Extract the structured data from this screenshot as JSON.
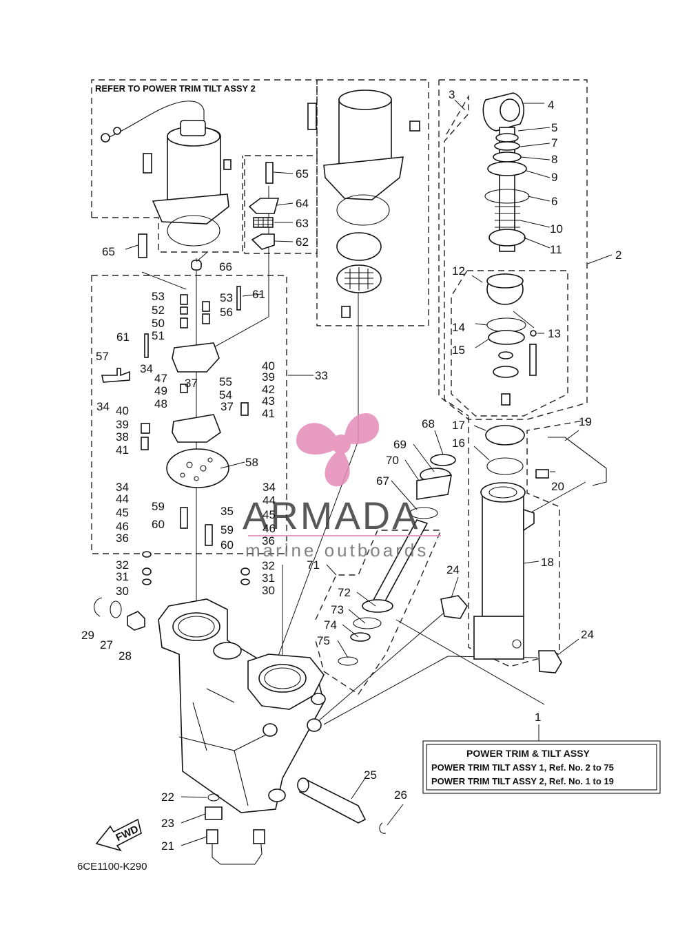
{
  "header_note": "REFER TO POWER TRIM TILT ASSY 2",
  "part_number": "6CE1100-K290",
  "fwd_label": "FWD",
  "watermark": {
    "brand": "ARMADA",
    "sub": "marine outboards",
    "accent_color": "#e58bb8"
  },
  "info_box": {
    "title": "POWER TRIM & TILT ASSY",
    "line1": "POWER TRIM TILT ASSY 1,  Ref. No. 2 to 75",
    "line2": "POWER TRIM TILT ASSY 2,  Ref. No. 1 to 19"
  },
  "callouts": [
    {
      "id": "c1",
      "label": "1"
    },
    {
      "id": "c2",
      "label": "2"
    },
    {
      "id": "c3",
      "label": "3"
    },
    {
      "id": "c4",
      "label": "4"
    },
    {
      "id": "c5",
      "label": "5"
    },
    {
      "id": "c6",
      "label": "6"
    },
    {
      "id": "c7",
      "label": "7"
    },
    {
      "id": "c8",
      "label": "8"
    },
    {
      "id": "c9",
      "label": "9"
    },
    {
      "id": "c10",
      "label": "10"
    },
    {
      "id": "c11",
      "label": "11"
    },
    {
      "id": "c12",
      "label": "12"
    },
    {
      "id": "c13",
      "label": "13"
    },
    {
      "id": "c14",
      "label": "14"
    },
    {
      "id": "c15",
      "label": "15"
    },
    {
      "id": "c16",
      "label": "16"
    },
    {
      "id": "c17",
      "label": "17"
    },
    {
      "id": "c18",
      "label": "18"
    },
    {
      "id": "c19",
      "label": "19"
    },
    {
      "id": "c20",
      "label": "20"
    },
    {
      "id": "c21",
      "label": "21"
    },
    {
      "id": "c22",
      "label": "22"
    },
    {
      "id": "c23",
      "label": "23"
    },
    {
      "id": "c24a",
      "label": "24"
    },
    {
      "id": "c24b",
      "label": "24"
    },
    {
      "id": "c25",
      "label": "25"
    },
    {
      "id": "c26",
      "label": "26"
    },
    {
      "id": "c27",
      "label": "27"
    },
    {
      "id": "c28",
      "label": "28"
    },
    {
      "id": "c29",
      "label": "29"
    },
    {
      "id": "c30a",
      "label": "30"
    },
    {
      "id": "c30b",
      "label": "30"
    },
    {
      "id": "c31a",
      "label": "31"
    },
    {
      "id": "c31b",
      "label": "31"
    },
    {
      "id": "c32a",
      "label": "32"
    },
    {
      "id": "c32b",
      "label": "32"
    },
    {
      "id": "c33",
      "label": "33"
    },
    {
      "id": "c34a",
      "label": "34"
    },
    {
      "id": "c34b",
      "label": "34"
    },
    {
      "id": "c34c",
      "label": "34"
    },
    {
      "id": "c34d",
      "label": "34"
    },
    {
      "id": "c35",
      "label": "35"
    },
    {
      "id": "c36a",
      "label": "36"
    },
    {
      "id": "c36b",
      "label": "36"
    },
    {
      "id": "c37a",
      "label": "37"
    },
    {
      "id": "c37b",
      "label": "37"
    },
    {
      "id": "c38",
      "label": "38"
    },
    {
      "id": "c39a",
      "label": "39"
    },
    {
      "id": "c39b",
      "label": "39"
    },
    {
      "id": "c40a",
      "label": "40"
    },
    {
      "id": "c40b",
      "label": "40"
    },
    {
      "id": "c41a",
      "label": "41"
    },
    {
      "id": "c41b",
      "label": "41"
    },
    {
      "id": "c42",
      "label": "42"
    },
    {
      "id": "c43",
      "label": "43"
    },
    {
      "id": "c44a",
      "label": "44"
    },
    {
      "id": "c44b",
      "label": "44"
    },
    {
      "id": "c45a",
      "label": "45"
    },
    {
      "id": "c45b",
      "label": "45"
    },
    {
      "id": "c46a",
      "label": "46"
    },
    {
      "id": "c46b",
      "label": "46"
    },
    {
      "id": "c47",
      "label": "47"
    },
    {
      "id": "c48",
      "label": "48"
    },
    {
      "id": "c49",
      "label": "49"
    },
    {
      "id": "c50",
      "label": "50"
    },
    {
      "id": "c51",
      "label": "51"
    },
    {
      "id": "c52",
      "label": "52"
    },
    {
      "id": "c53a",
      "label": "53"
    },
    {
      "id": "c53b",
      "label": "53"
    },
    {
      "id": "c54",
      "label": "54"
    },
    {
      "id": "c55",
      "label": "55"
    },
    {
      "id": "c56",
      "label": "56"
    },
    {
      "id": "c57",
      "label": "57"
    },
    {
      "id": "c58",
      "label": "58"
    },
    {
      "id": "c59a",
      "label": "59"
    },
    {
      "id": "c59b",
      "label": "59"
    },
    {
      "id": "c60a",
      "label": "60"
    },
    {
      "id": "c60b",
      "label": "60"
    },
    {
      "id": "c61a",
      "label": "61"
    },
    {
      "id": "c61b",
      "label": "61"
    },
    {
      "id": "c62",
      "label": "62"
    },
    {
      "id": "c63",
      "label": "63"
    },
    {
      "id": "c64",
      "label": "64"
    },
    {
      "id": "c65a",
      "label": "65"
    },
    {
      "id": "c65b",
      "label": "65"
    },
    {
      "id": "c66",
      "label": "66"
    },
    {
      "id": "c67",
      "label": "67"
    },
    {
      "id": "c68",
      "label": "68"
    },
    {
      "id": "c69",
      "label": "69"
    },
    {
      "id": "c70",
      "label": "70"
    },
    {
      "id": "c71",
      "label": "71"
    },
    {
      "id": "c72",
      "label": "72"
    },
    {
      "id": "c73",
      "label": "73"
    },
    {
      "id": "c74",
      "label": "74"
    },
    {
      "id": "c75",
      "label": "75"
    }
  ]
}
